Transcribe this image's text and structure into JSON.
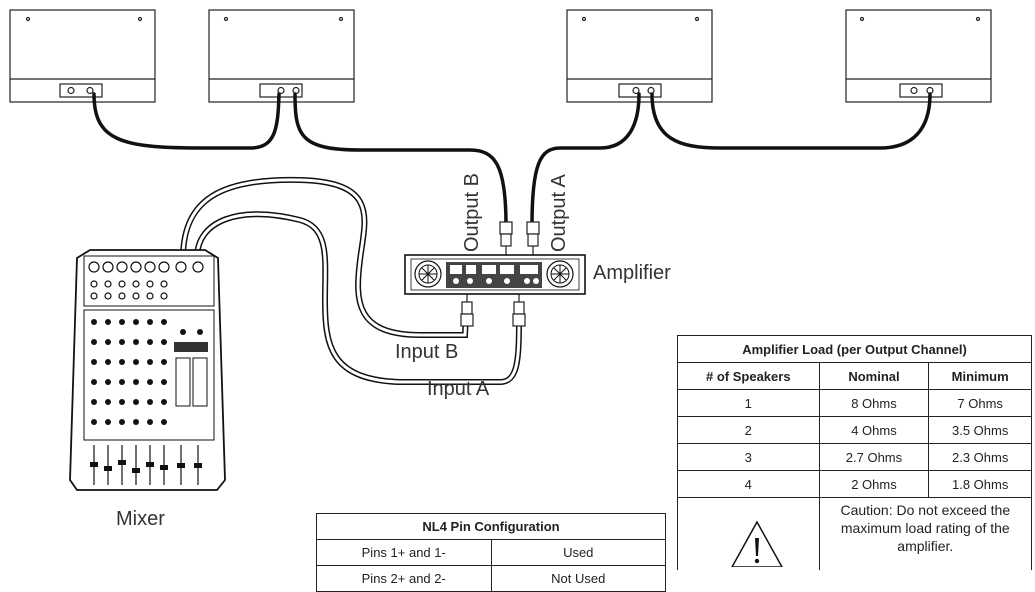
{
  "labels": {
    "output_b": "Output B",
    "output_a": "Output A",
    "amplifier": "Amplifier",
    "input_b": "Input B",
    "input_a": "Input A",
    "mixer": "Mixer"
  },
  "nl4_table": {
    "title": "NL4 Pin Configuration",
    "rows": [
      [
        "Pins 1+ and 1-",
        "Used"
      ],
      [
        "Pins 2+ and 2-",
        "Not Used"
      ]
    ]
  },
  "load_table": {
    "title": "Amplifier Load (per Output Channel)",
    "headers": [
      "# of Speakers",
      "Nominal",
      "Minimum"
    ],
    "rows": [
      [
        "1",
        "8 Ohms",
        "7 Ohms"
      ],
      [
        "2",
        "4 Ohms",
        "3.5 Ohms"
      ],
      [
        "3",
        "2.7 Ohms",
        "2.3 Ohms"
      ],
      [
        "4",
        "2 Ohms",
        "1.8 Ohms"
      ]
    ],
    "caution": "Caution: Do not exceed the maximum load rating of the amplifier."
  },
  "icons": {
    "warning": "warning-triangle-icon"
  }
}
